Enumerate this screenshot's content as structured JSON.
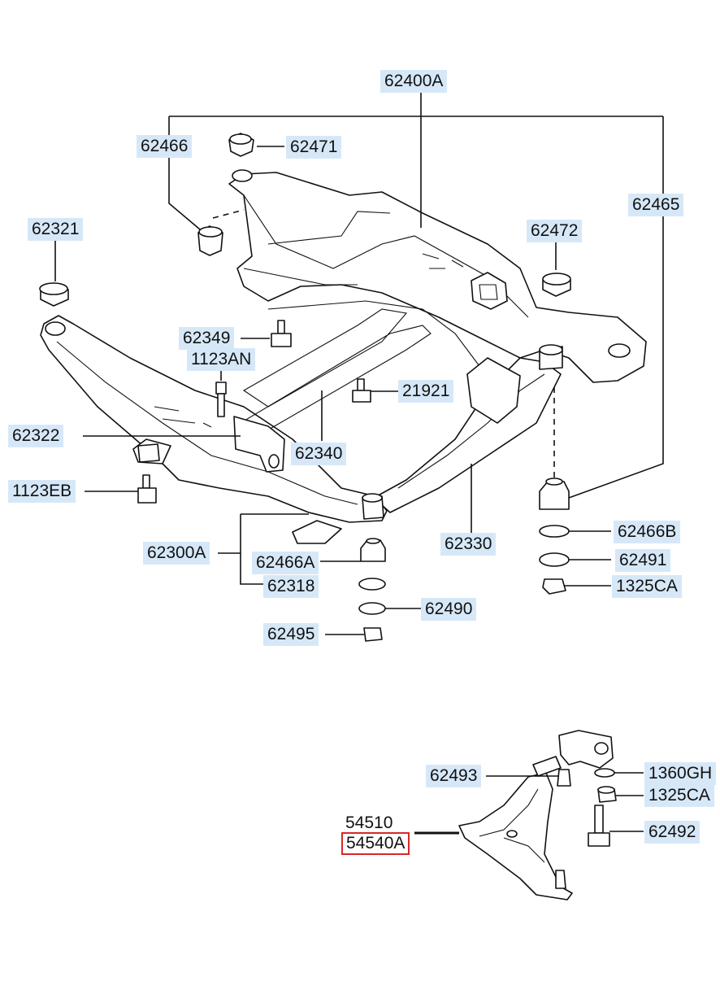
{
  "labels": {
    "p62400A": "62400A",
    "p62466": "62466",
    "p62471": "62471",
    "p62465": "62465",
    "p62321": "62321",
    "p62472": "62472",
    "p62349": "62349",
    "p1123AN": "1123AN",
    "p21921": "21921",
    "p62322": "62322",
    "p62340": "62340",
    "p1123EB": "1123EB",
    "p62300A": "62300A",
    "p62466A": "62466A",
    "p62318": "62318",
    "p62330": "62330",
    "p62466B": "62466B",
    "p62491": "62491",
    "p1325CA_top": "1325CA",
    "p62490": "62490",
    "p62495": "62495",
    "p62493": "62493",
    "p1360GH": "1360GH",
    "p1325CA_bottom": "1325CA",
    "p54510": "54510",
    "p54540A": "54540A",
    "p62492": "62492"
  },
  "selected_part": "54540A",
  "colors": {
    "label_bg": "#d6e8f8",
    "selected_border": "#d62828",
    "line": "#111111",
    "background": "#ffffff"
  }
}
